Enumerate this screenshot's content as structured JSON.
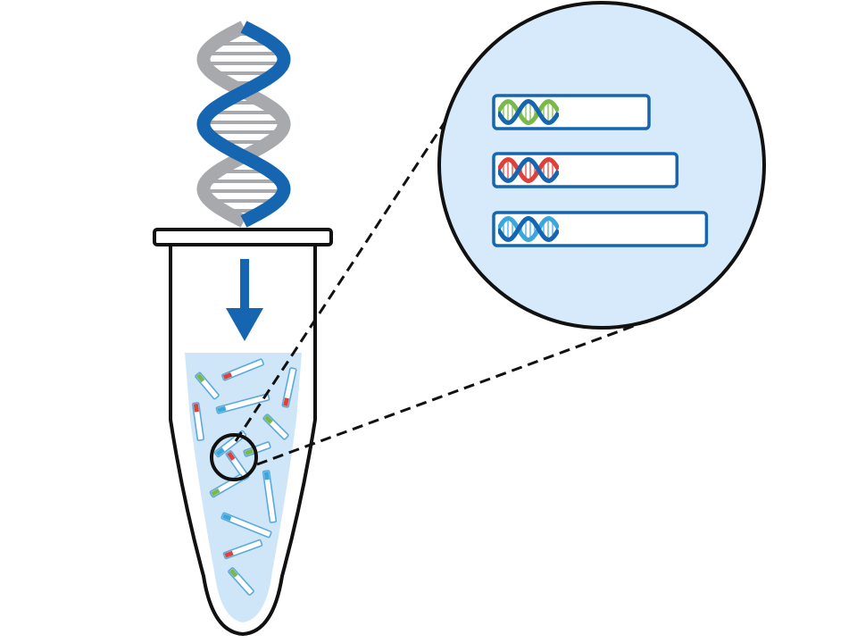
{
  "colors": {
    "background": "#ffffff",
    "outline": "#111111",
    "dna_blue": "#1565b0",
    "dna_gray": "#a7a9ac",
    "liquid": "#cfe6f8",
    "zoom_fill": "#d6eafb",
    "fragment_frame": "#1565b0",
    "fragment_fill": "#ffffff",
    "adapter_green": "#7bb84a",
    "adapter_red": "#e0403a",
    "adapter_cyan": "#3aa6dc"
  },
  "icons": {
    "dna": "dna-double-helix-icon",
    "tube": "microcentrifuge-tube-icon",
    "arrow": "arrow-down-icon",
    "magnifier": "magnifier-circle-icon"
  },
  "library": {
    "fragments": [
      {
        "adapter_color": "#7bb84a",
        "relative_length": 1.0
      },
      {
        "adapter_color": "#e0403a",
        "relative_length": 1.18
      },
      {
        "adapter_color": "#3aa6dc",
        "relative_length": 1.37
      }
    ]
  }
}
